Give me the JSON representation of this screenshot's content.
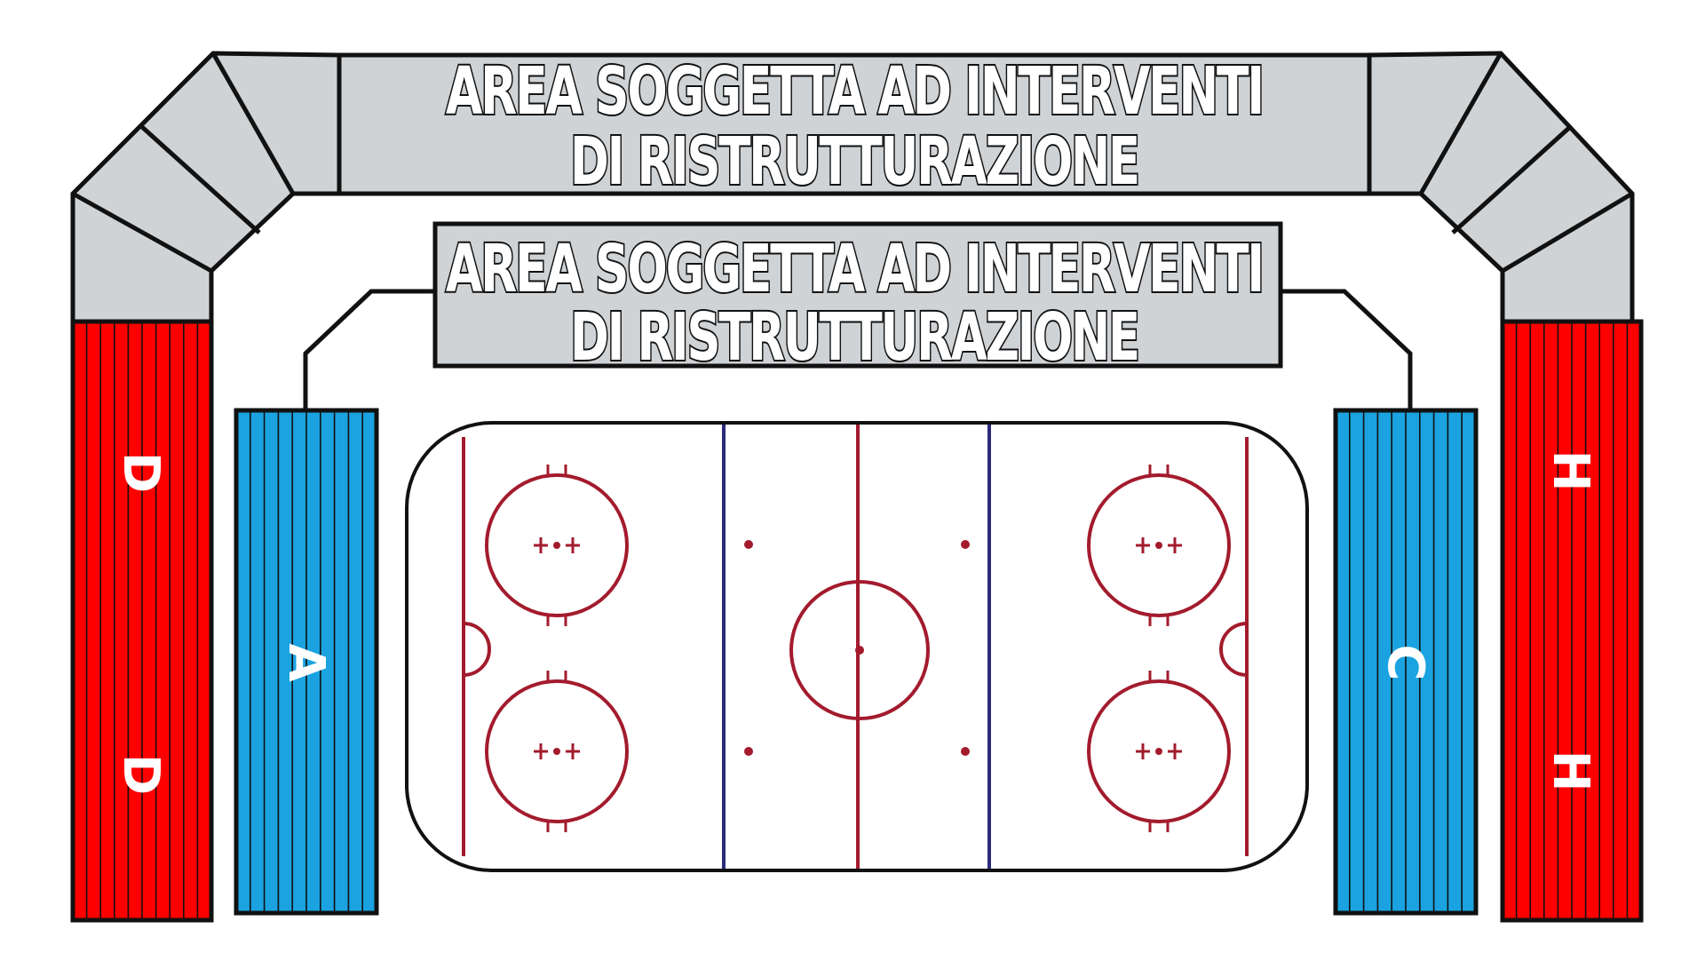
{
  "map": {
    "banner_outer": {
      "line1": "AREA SOGGETTA AD INTERVENTI",
      "line2": "DI RISTRUTTURAZIONE"
    },
    "banner_inner": {
      "line1": "AREA SOGGETTA AD INTERVENTI",
      "line2": "DI RISTRUTTURAZIONE"
    },
    "sections": {
      "d_top": "D",
      "d_bottom": "D",
      "a": "A",
      "c": "C",
      "h_top": "H",
      "h_bottom": "H"
    },
    "colors": {
      "red_stand": "#ff0000",
      "blue_stand": "#1aa3e0",
      "gray_area": "#d0d3d6",
      "rink_red_line": "#a31b2d",
      "rink_blue_line": "#2c2a7a",
      "outline": "#111111"
    }
  }
}
